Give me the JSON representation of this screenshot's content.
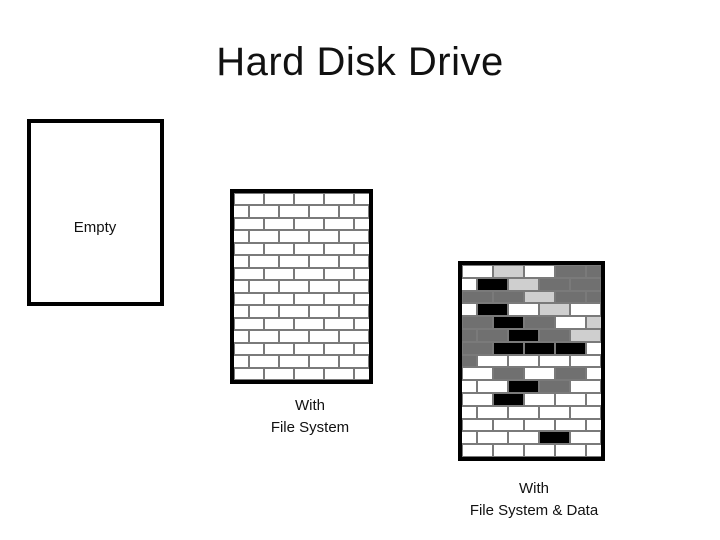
{
  "title": "Hard Disk Drive",
  "disks": {
    "empty": {
      "label": "Empty"
    },
    "filesystem": {
      "label_line1": "With",
      "label_line2": "File System"
    },
    "data": {
      "label_line1": "With",
      "label_line2": "File System & Data"
    }
  },
  "colors": {
    "border": "#000000",
    "mortar": "#7a7a7a",
    "brick_empty": "#ffffff",
    "brick_light": "#cfcfcf",
    "brick_medium": "#707070",
    "brick_dark": "#000000"
  }
}
